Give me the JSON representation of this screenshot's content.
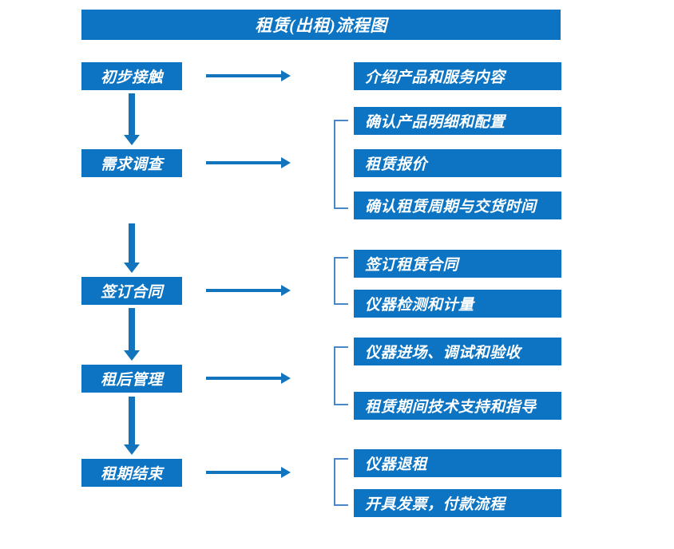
{
  "chart_data": {
    "type": "diagram",
    "title": "租赁(出租)流程图",
    "diagram_kind": "flowchart",
    "orientation": "vertical-with-side-branches",
    "accent_color": "#0C74C2",
    "arrow_color": "#1274BC",
    "bracket_color": "#4A86C8",
    "text_color": "#FFFFFF",
    "background_color": "#FFFFFF",
    "stage_count": 5,
    "detail_count": 10,
    "stages": [
      {
        "id": "stage-1",
        "label": "初步接触",
        "details": [
          "介绍产品和服务内容"
        ],
        "bracketed": false
      },
      {
        "id": "stage-2",
        "label": "需求调查",
        "details": [
          "确认产品明细和配置",
          "租赁报价",
          "确认租赁周期与交货时间"
        ],
        "bracketed": true
      },
      {
        "id": "stage-3",
        "label": "签订合同",
        "details": [
          "签订租赁合同",
          "仪器检测和计量"
        ],
        "bracketed": true
      },
      {
        "id": "stage-4",
        "label": "租后管理",
        "details": [
          "仪器进场、调试和验收",
          "租赁期间技术支持和指导"
        ],
        "bracketed": true
      },
      {
        "id": "stage-5",
        "label": "租期结束",
        "details": [
          "仪器退租",
          "开具发票，付款流程"
        ],
        "bracketed": true
      }
    ]
  },
  "header": {
    "title": "租赁(出租)流程图"
  },
  "stages": [
    {
      "label": "初步接触"
    },
    {
      "label": "需求调查"
    },
    {
      "label": "签订合同"
    },
    {
      "label": "租后管理"
    },
    {
      "label": "租期结束"
    }
  ],
  "details": {
    "group1": [
      {
        "label": "介绍产品和服务内容"
      }
    ],
    "group2": [
      {
        "label": "确认产品明细和配置"
      },
      {
        "label": "租赁报价"
      },
      {
        "label": "确认租赁周期与交货时间"
      }
    ],
    "group3": [
      {
        "label": "签订租赁合同"
      },
      {
        "label": "仪器检测和计量"
      }
    ],
    "group4": [
      {
        "label": "仪器进场、调试和验收"
      },
      {
        "label": "租赁期间技术支持和指导"
      }
    ],
    "group5": [
      {
        "label": "仪器退租"
      },
      {
        "label": "开具发票，付款流程"
      }
    ]
  }
}
